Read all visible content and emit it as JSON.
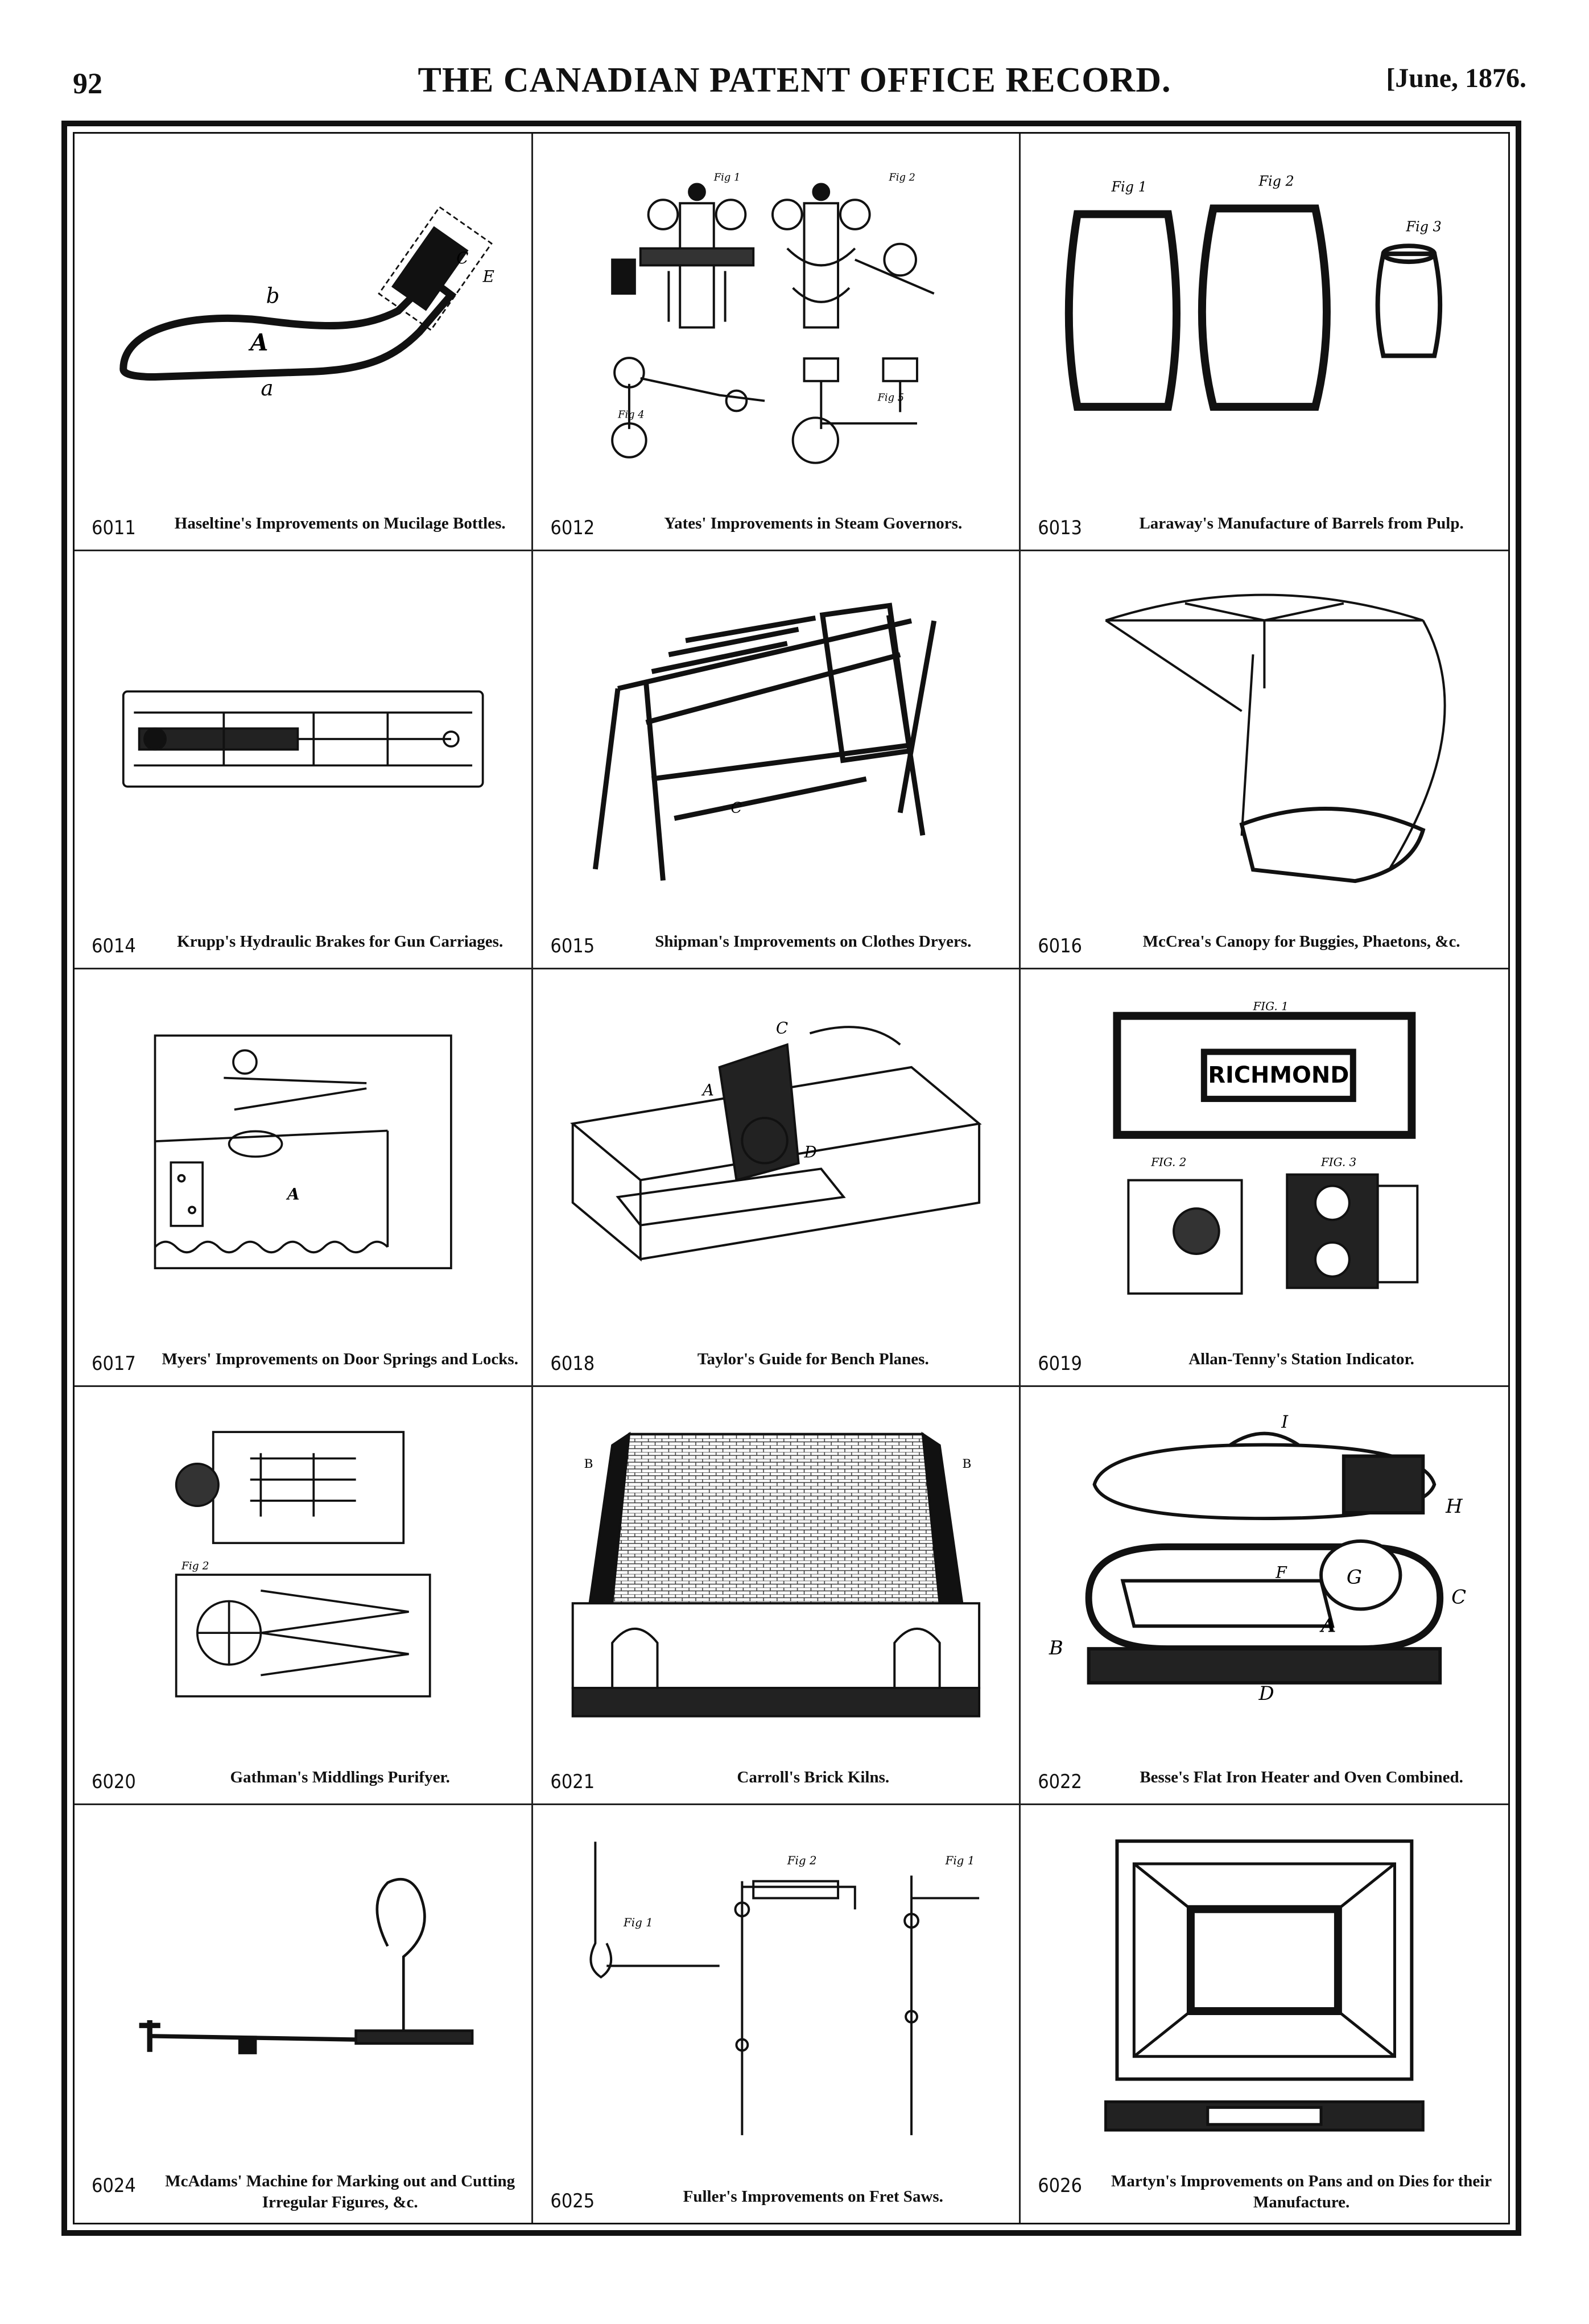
{
  "header": {
    "page_number": "92",
    "journal_title": "THE CANADIAN PATENT OFFICE RECORD.",
    "issue_date": "[June, 1876."
  },
  "patents": [
    {
      "number": "6011",
      "title": "Haseltine's Improvements on Mucilage Bottles."
    },
    {
      "number": "6012",
      "title": "Yates' Improvements in Steam Governors."
    },
    {
      "number": "6013",
      "title": "Laraway's Manufacture of Barrels from Pulp."
    },
    {
      "number": "6014",
      "title": "Krupp's Hydraulic Brakes for Gun Carriages."
    },
    {
      "number": "6015",
      "title": "Shipman's Improvements on Clothes Dryers."
    },
    {
      "number": "6016",
      "title": "McCrea's Canopy for Buggies, Phaetons, &c."
    },
    {
      "number": "6017",
      "title": "Myers' Improvements on Door Springs and Locks."
    },
    {
      "number": "6018",
      "title": "Taylor's Guide for Bench Planes."
    },
    {
      "number": "6019",
      "title": "Allan-Tenny's Station Indicator."
    },
    {
      "number": "6020",
      "title": "Gathman's Middlings Purifyer."
    },
    {
      "number": "6021",
      "title": "Carroll's Brick Kilns."
    },
    {
      "number": "6022",
      "title": "Besse's Flat Iron Heater and Oven Combined."
    },
    {
      "number": "6024",
      "title": "McAdams' Machine for Marking out and Cutting Irregular Figures, &c."
    },
    {
      "number": "6025",
      "title": "Fuller's Improvements on Fret Saws."
    },
    {
      "number": "6026",
      "title": "Martyn's Improvements on Pans and on Dies for their Manufacture."
    }
  ],
  "figure_labels": {
    "bottle_b": "b",
    "bottle_A": "A",
    "bottle_a": "a",
    "bottle_C": "C",
    "bottle_E": "E",
    "governor_fig1": "Fig 1",
    "governor_fig2": "Fig 2",
    "governor_fig4": "Fig 4",
    "governor_fig5": "Fig 5",
    "barrel_fig1": "Fig 1",
    "barrel_fig2": "Fig 2",
    "barrel_fig3": "Fig 3",
    "dryer_C": "C",
    "plane_A": "A",
    "plane_C": "C",
    "plane_D": "D",
    "door_A": "A",
    "indicator_fig1": "FIG. 1",
    "indicator_sign": "RICHMOND",
    "indicator_fig2": "FIG. 2",
    "indicator_fig3": "FIG. 3",
    "purifier_fig2": "Fig 2",
    "kiln_B_left": "B",
    "kiln_B_right": "B",
    "heater_I": "I",
    "heater_H": "H",
    "heater_C": "C",
    "heater_G": "G",
    "heater_F": "F",
    "heater_A": "A",
    "heater_B": "B",
    "heater_D": "D",
    "fretsaw_fig1": "Fig 1",
    "fretsaw_fig2": "Fig 2",
    "fretsaw_fig1b": "Fig 1"
  }
}
